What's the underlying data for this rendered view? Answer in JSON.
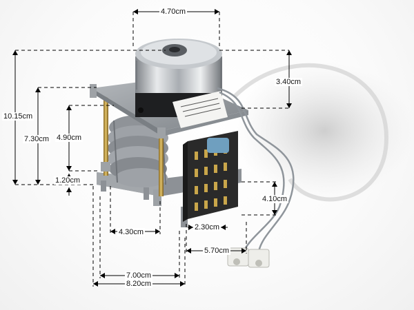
{
  "product": "cam timer motor with terminal block and lead wires",
  "colors": {
    "background": "#ffffff",
    "dimension_line": "#000000",
    "housing": "#9a9ea3",
    "motor_chrome": "#c9cdd2",
    "terminal_block": "#2a2a2a",
    "contacts": "#c9a64a",
    "rods": "#b8963c",
    "wires": "#8f959b"
  },
  "dimensions": {
    "top_width": "4.70cm",
    "motor_height": "3.40cm",
    "total_height": "10.15cm",
    "body_height": "7.30cm",
    "cam_stack_height": "4.90cm",
    "base_height": "1.20cm",
    "terminal_height": "4.10cm",
    "cam_width": "4.30cm",
    "terminal_depth": "2.30cm",
    "wire_offset": "5.70cm",
    "base_width_inner": "7.00cm",
    "base_width_outer": "8.20cm"
  }
}
